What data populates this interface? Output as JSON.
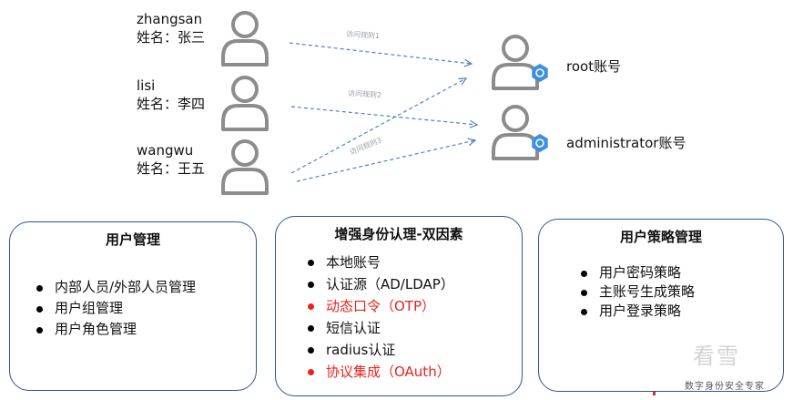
{
  "users": [
    {
      "username": "zhangsan",
      "fullname": "姓名：张三"
    },
    {
      "username": "lisi",
      "fullname": "姓名：李四"
    },
    {
      "username": "wangwu",
      "fullname": "姓名：王五"
    }
  ],
  "accounts": [
    {
      "label": "root账号"
    },
    {
      "label": "administrator账号"
    }
  ],
  "rules": [
    "访问规则1",
    "访问规则2",
    "访问规则3"
  ],
  "boxes": [
    {
      "title": "用户管理",
      "items": [
        "内部人员/外部人员管理",
        "用户组管理",
        "用户角色管理"
      ]
    },
    {
      "title": "增强身份认理-双因素",
      "items": [
        "本地账号",
        "认证源（AD/LDAP）",
        "动态口令（OTP）",
        "短信认证",
        "radius认证",
        "协议集成（OAuth）"
      ]
    },
    {
      "title": "用户策略管理",
      "items": [
        "用户密码策略",
        "主账号生成策略",
        "用户登录策略"
      ]
    }
  ],
  "watermark": {
    "brand": "看雪",
    "slogan": "数字身份安全专家"
  },
  "colors": {
    "border": "#2f5597",
    "highlight": "#e8241c",
    "arrow": "#4f83c4",
    "icon": "#8c8c8c",
    "badge": "#3d8fe0"
  }
}
